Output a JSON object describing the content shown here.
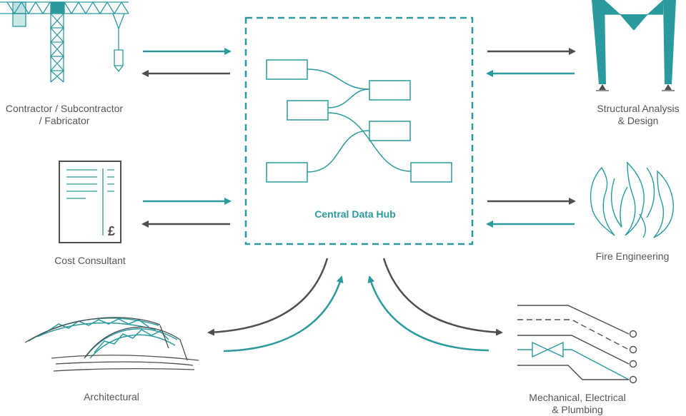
{
  "colors": {
    "teal": "#2a9a9e",
    "dark": "#4d4f53",
    "label": "#555555",
    "background": "#ffffff"
  },
  "hub": {
    "label": "Central Data Hub"
  },
  "stakeholders": {
    "contractor": {
      "line1": "Contractor / Subcontractor",
      "line2": "/ Fabricator"
    },
    "structural": {
      "line1": "Structural Analysis",
      "line2": "& Design"
    },
    "cost": {
      "label": "Cost Consultant",
      "currency_symbol": "£"
    },
    "fire": {
      "label": "Fire Engineering"
    },
    "architectural": {
      "label": "Architectural"
    },
    "mep": {
      "line1": "Mechanical, Electrical",
      "line2": "& Plumbing"
    }
  },
  "icons": {
    "contractor": "tower-crane-icon",
    "structural": "portal-frame-icon",
    "cost": "invoice-document-icon",
    "fire": "flame-icon",
    "architectural": "arched-canopy-icon",
    "mep": "pipework-schematic-icon"
  }
}
